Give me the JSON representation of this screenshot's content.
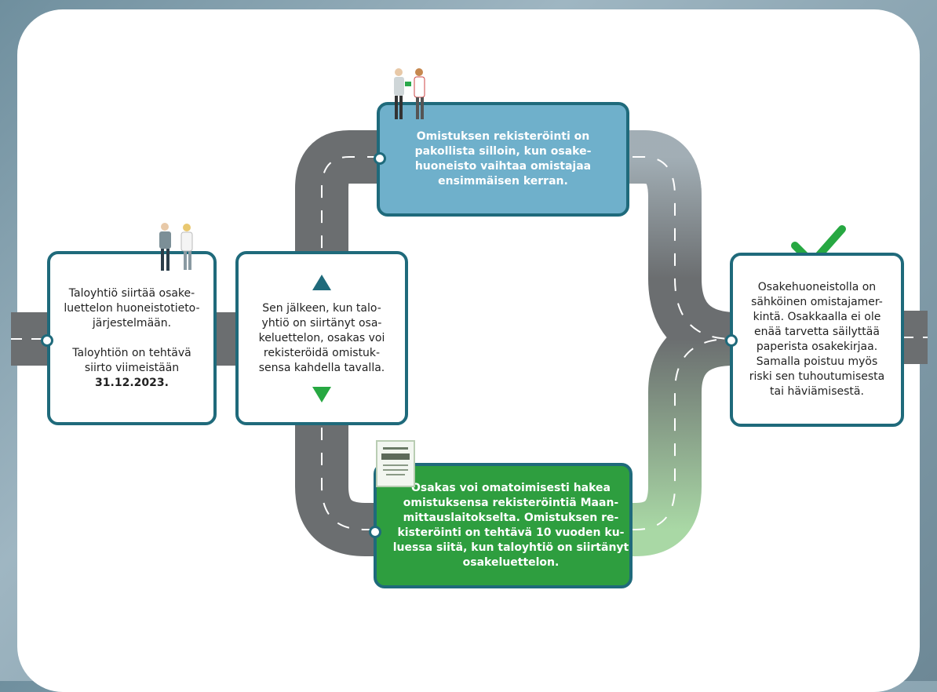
{
  "steps": {
    "step1": {
      "line1": "Taloyhtiö siirtää osake-\nluettelon huoneistotieto-\njärjestelmään.",
      "line2": "Taloyhtiön on tehtävä\nsiirto viimeistään",
      "deadline": "31.12.2023."
    },
    "step2": {
      "text": "Sen jälkeen, kun talo-\nyhtiö on siirtänyt osa-\nkeluettelon, osakas voi\nrekisteröidä omistuk-\nsensa kahdella tavalla."
    },
    "option_top": {
      "text": "Omistuksen rekisteröinti on\npakollista silloin, kun osake-\nhuoneisto vaihtaa omistajaa\nensimmäisen kerran."
    },
    "option_bottom": {
      "text": "Osakas voi omatoimisesti hakea\nomistuksensa rekisteröintiä Maan-\nmittauslaitokselta. Omistuksen re-\nkisteröinti on tehtävä 10 vuoden ku-\nluessa siitä, kun taloyhtiö on siirtänyt\nosakeluettelon."
    },
    "result": {
      "text": "Osakehuoneistolla on\nsähköinen omistajamer-\nkintä. Osakkaalla ei ole\nenää tarvetta säilyttää\npaperista osakekirjaa.\nSamalla poistuu myös\nriski sen tuhoutumisesta\ntai häviämisestä."
    }
  },
  "colors": {
    "border": "#1f6a7b",
    "blue_box": "#6fb0cb",
    "green_box": "#2e9e3f",
    "road": "#6b6e70",
    "check": "#27a842"
  },
  "icons": [
    "people-handover-icon",
    "people-pair-icon",
    "certificate-document-icon",
    "checkmark-icon",
    "arrow-up-icon",
    "arrow-down-icon"
  ]
}
